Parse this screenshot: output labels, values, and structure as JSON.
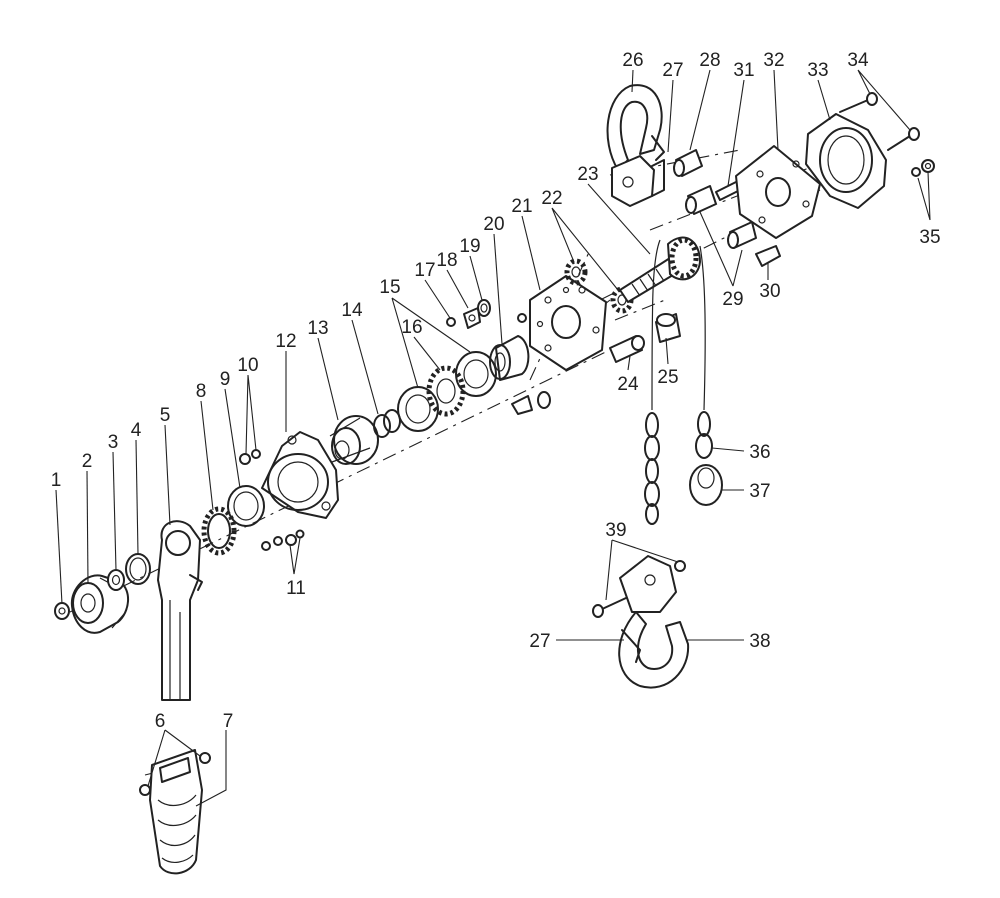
{
  "labels": [
    "1",
    "2",
    "3",
    "4",
    "5",
    "6",
    "7",
    "8",
    "9",
    "10",
    "11",
    "12",
    "13",
    "14",
    "15",
    "16",
    "17",
    "18",
    "19",
    "20",
    "21",
    "22",
    "23",
    "24",
    "25",
    "26",
    "27",
    "28",
    "29",
    "30",
    "31",
    "32",
    "33",
    "34",
    "35",
    "36",
    "37",
    "38",
    "39"
  ],
  "label_27_second": "27",
  "colors": {
    "line": "#222222",
    "background": "#ffffff"
  }
}
